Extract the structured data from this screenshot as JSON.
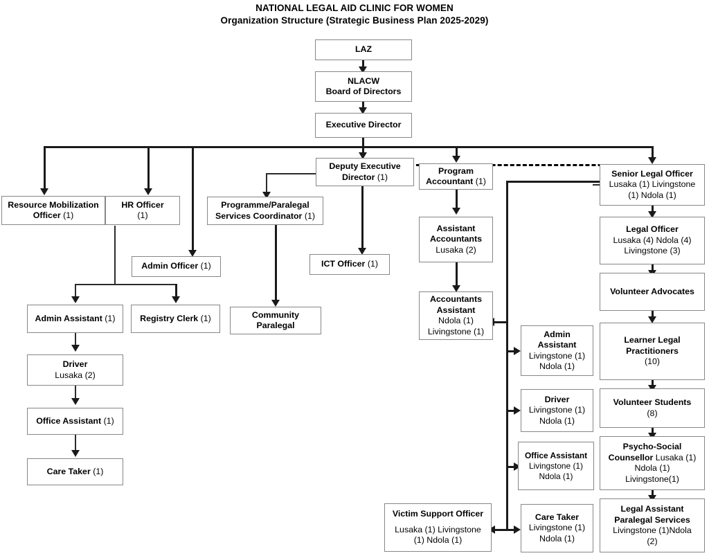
{
  "title": {
    "line1": "NATIONAL LEGAL AID CLINIC FOR WOMEN",
    "line2": "Organization Structure (Strategic Business Plan 2025-2029)"
  },
  "colors": {
    "box_border": "#868686",
    "connector": "#1a1a1a",
    "text": "#000000",
    "background": "#ffffff"
  },
  "nodes": {
    "laz": {
      "title": "LAZ"
    },
    "board": {
      "title_line1": "NLACW",
      "title_line2": "Board of Directors"
    },
    "executive_director": {
      "title": "Executive Director"
    },
    "deputy_executive_director": {
      "title_line1": "Deputy   Executive",
      "title_line2": "Director",
      "count": "(1)"
    },
    "resource_mobilization_officer": {
      "title_line1": "Resource Mobilization",
      "title_line2": "Officer",
      "count": "(1)"
    },
    "hr_officer": {
      "title": "HR Officer",
      "count": "(1)"
    },
    "admin_officer": {
      "title": "Admin Officer",
      "count": "(1)"
    },
    "programme_paralegal_coordinator": {
      "title_line1": "Programme/Paralegal",
      "title_line2": "Services Coordinator",
      "count": "(1)"
    },
    "ict_officer": {
      "title": "ICT Officer",
      "count": "(1)"
    },
    "admin_assistant_lusaka": {
      "title": "Admin Assistant",
      "count": "(1)"
    },
    "registry_clerk": {
      "title": "Registry Clerk",
      "count": "(1)"
    },
    "community_paralegal": {
      "title_line1": "Community",
      "title_line2": "Paralegal"
    },
    "driver_lusaka": {
      "title": "Driver",
      "sub1": "Lusaka (2)"
    },
    "office_assistant_lusaka": {
      "title": "Office Assistant",
      "count": "(1)"
    },
    "care_taker_lusaka": {
      "title": "Care Taker",
      "count": "(1)"
    },
    "program_accountant": {
      "title_line1": "Program",
      "title_line2": "Accountant",
      "count": "(1)"
    },
    "assistant_accountants": {
      "title_line1": "Assistant",
      "title_line2": "Accountants",
      "sub1": "Lusaka (2)"
    },
    "accountants_assistant": {
      "title_line1": "Accountants",
      "title_line2": "Assistant",
      "sub1": "Ndola (1)",
      "sub2": "Livingstone (1)"
    },
    "admin_assistant_branches": {
      "title_line1": "Admin",
      "title_line2": "Assistant",
      "sub1": "Livingstone (1)",
      "sub2": "Ndola (1)"
    },
    "driver_branches": {
      "title": "Driver",
      "sub1": "Livingstone (1)",
      "sub2": "Ndola (1)"
    },
    "office_assistant_branches": {
      "title": "Office Assistant",
      "sub1": "Livingstone (1)",
      "sub2": "Ndola (1)"
    },
    "care_taker_branches": {
      "title": "Care Taker",
      "sub1": "Livingstone (1)",
      "sub2": "Ndola (1)"
    },
    "victim_support_officer": {
      "title": "Victim Support Officer",
      "sub1": "Lusaka (1) Livingstone",
      "sub2": "(1) Ndola (1)"
    },
    "senior_legal_officer": {
      "title": "Senior Legal Officer",
      "sub1": "Lusaka (1) Livingstone",
      "sub2": "(1) Ndola (1)"
    },
    "legal_officer": {
      "title": "Legal Officer",
      "sub1": "Lusaka (4) Ndola (4)",
      "sub2": "Livingstone (3)"
    },
    "volunteer_advocates": {
      "title": "Volunteer Advocates"
    },
    "learner_legal_practitioners": {
      "title_line1": "Learner Legal",
      "title_line2": "Practitioners",
      "count": "(10)"
    },
    "volunteer_students": {
      "title": "Volunteer Students",
      "count": "(8)"
    },
    "psycho_social_counsellor": {
      "title_line1": "Psycho-Social",
      "title_line2": "Counsellor",
      "inline_sub": " Lusaka (1)",
      "sub1": "Ndola (1)",
      "sub2": "Livingstone(1)"
    },
    "legal_assistant_paralegal": {
      "title_line1": "Legal Assistant",
      "title_line2": "Paralegal Services",
      "sub1": "Livingstone (1)Ndola",
      "sub2": "(2)"
    }
  }
}
